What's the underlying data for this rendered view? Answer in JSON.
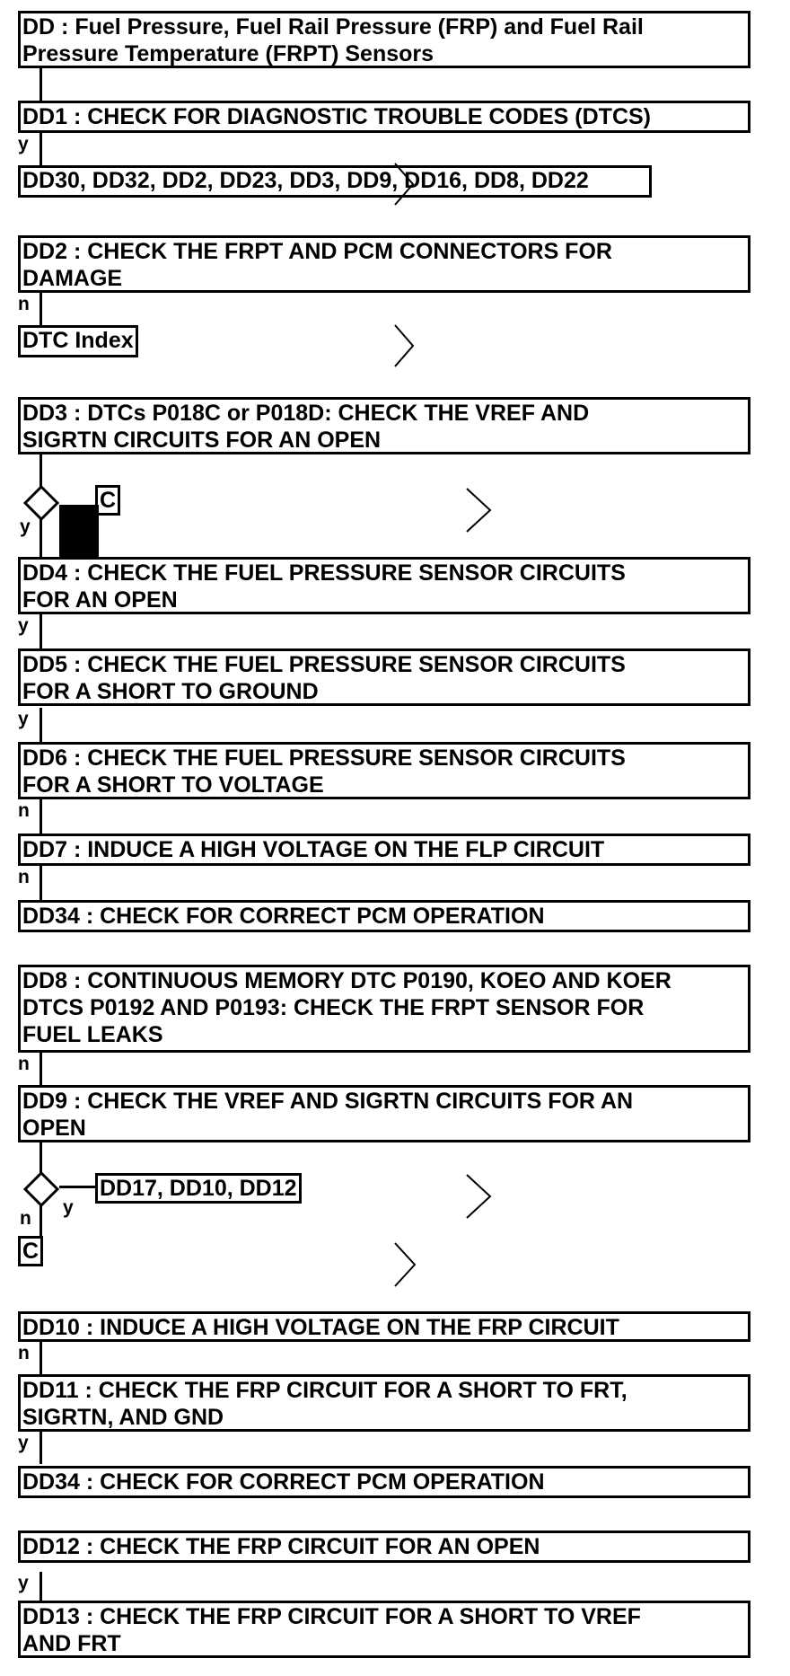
{
  "steps": {
    "dd": {
      "text": "DD : Fuel Pressure, Fuel Rail Pressure (FRP) and Fuel Rail\nPressure Temperature (FRPT) Sensors"
    },
    "dd1": {
      "text": "DD1 : CHECK FOR DIAGNOSTIC TROUBLE CODES (DTCS)"
    },
    "dd2": {
      "text": "DD2 : CHECK THE FRPT AND PCM CONNECTORS FOR\nDAMAGE"
    },
    "dd3": {
      "text": "DD3 : DTCs P018C or P018D: CHECK THE VREF AND\nSIGRTN CIRCUITS FOR AN OPEN"
    },
    "dd4": {
      "text": "DD4 : CHECK THE FUEL PRESSURE SENSOR CIRCUITS\nFOR AN OPEN"
    },
    "dd5": {
      "text": "DD5 : CHECK THE FUEL PRESSURE SENSOR CIRCUITS\nFOR A SHORT TO GROUND"
    },
    "dd6": {
      "text": "DD6 : CHECK THE FUEL PRESSURE SENSOR CIRCUITS\nFOR A SHORT TO VOLTAGE"
    },
    "dd7": {
      "text": "DD7 : INDUCE A HIGH VOLTAGE ON THE FLP CIRCUIT"
    },
    "dd34a": {
      "text": "DD34 : CHECK FOR CORRECT PCM OPERATION"
    },
    "dd8": {
      "text": "DD8 : CONTINUOUS MEMORY DTC P0190, KOEO AND KOER\nDTCS P0192 AND P0193: CHECK THE FRPT SENSOR FOR\nFUEL LEAKS"
    },
    "dd9": {
      "text": "DD9 : CHECK THE VREF AND SIGRTN CIRCUITS FOR AN\nOPEN"
    },
    "dd10": {
      "text": "DD10 : INDUCE A HIGH VOLTAGE ON THE FRP CIRCUIT"
    },
    "dd11": {
      "text": "DD11 : CHECK THE FRP CIRCUIT FOR A SHORT TO FRT,\nSIGRTN, AND GND"
    },
    "dd34b": {
      "text": "DD34 : CHECK FOR CORRECT PCM OPERATION"
    },
    "dd12": {
      "text": "DD12 : CHECK THE FRP CIRCUIT FOR AN OPEN"
    },
    "dd13": {
      "text": "DD13 : CHECK THE FRP CIRCUIT FOR A SHORT TO VREF\nAND FRT"
    }
  },
  "refs": {
    "dd1_targets": "DD30, DD32, DD2, DD23, DD3, DD9, DD16, DD8, DD22",
    "dtc_index": "DTC Index",
    "connector_c_top": "C",
    "dd9_targets": "DD17, DD10, DD12",
    "connector_c_bottom": "C"
  },
  "labels": {
    "dd1_y": "y",
    "dd2_n": "n",
    "dd3_y": "y",
    "dd4_y": "y",
    "dd5_y": "y",
    "dd6_n": "n",
    "dd7_n": "n",
    "dd8_n": "n",
    "dd9_y": "y",
    "dd9_n": "n",
    "dd10_n": "n",
    "dd11_y": "y",
    "dd12_y": "y"
  }
}
